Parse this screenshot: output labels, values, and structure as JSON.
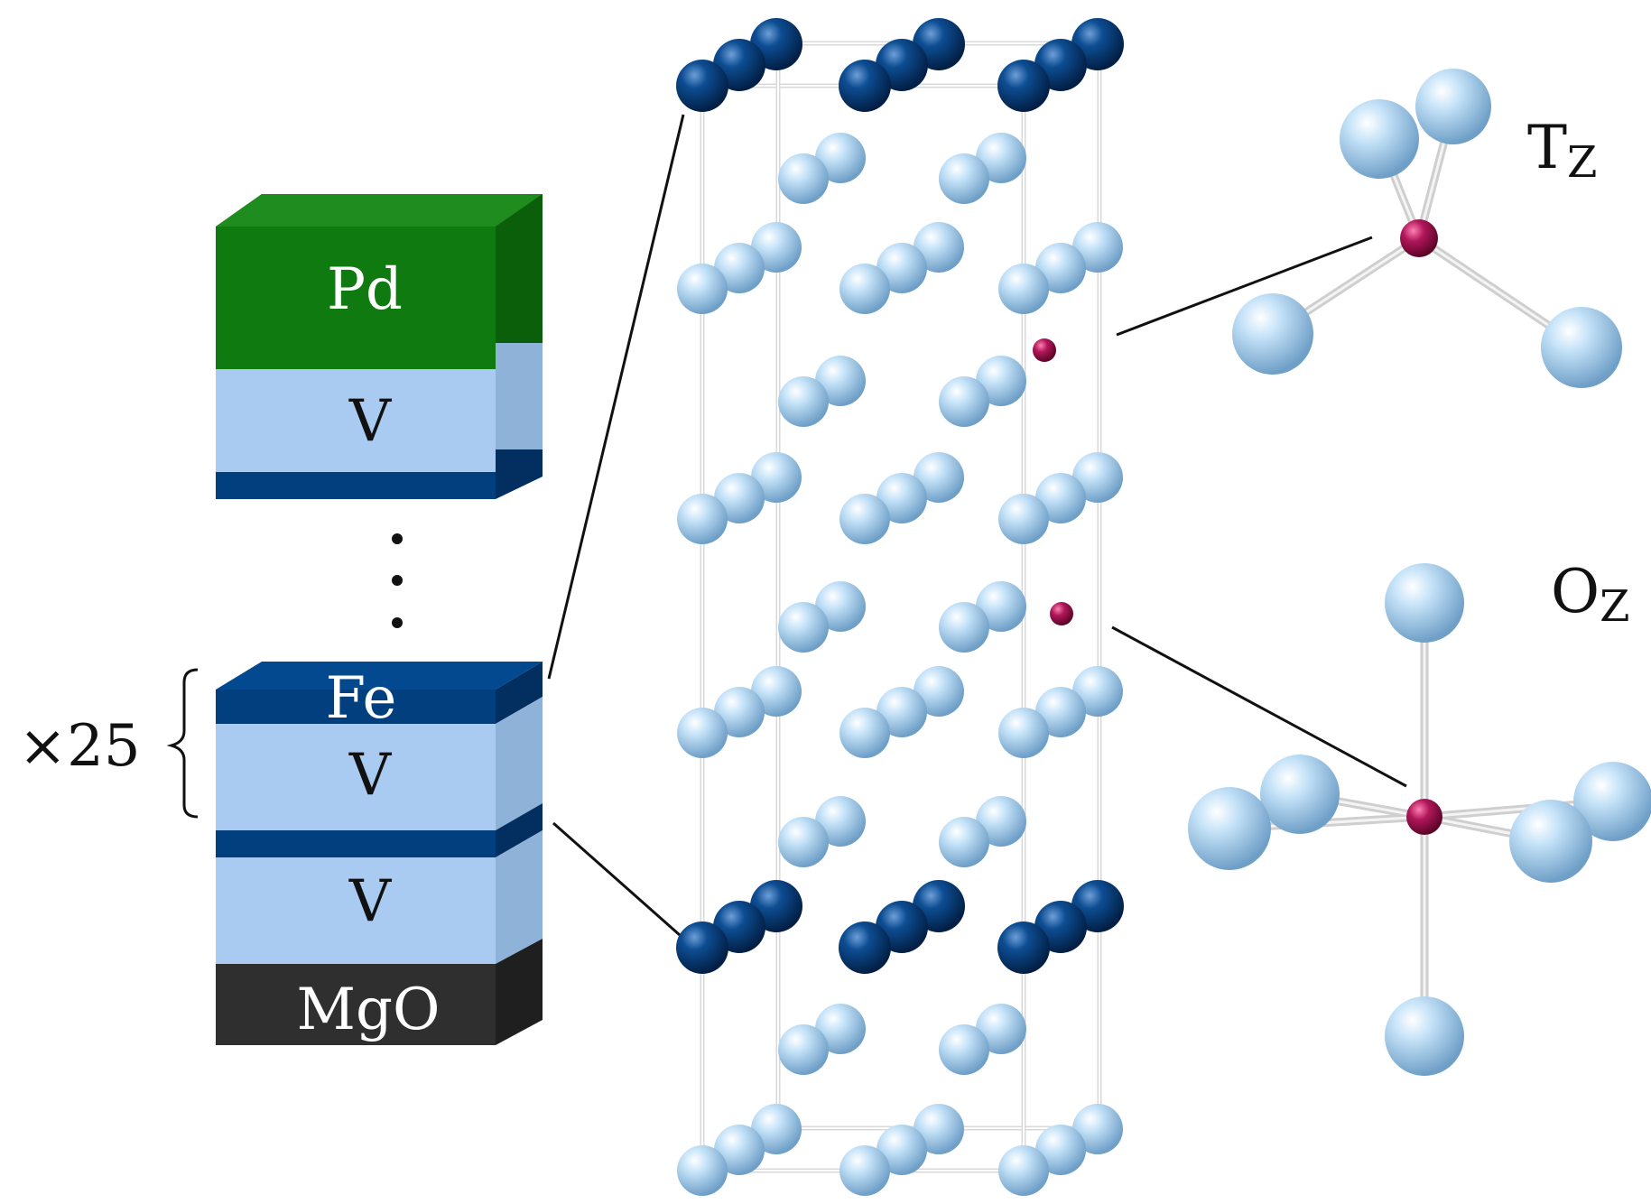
{
  "stack": {
    "layers": [
      "Pd",
      "V",
      "Fe",
      "V",
      "V",
      "MgO"
    ],
    "ellipsis": "·\n·\n·",
    "repeat_label": "×25"
  },
  "sites": {
    "tetrahedral": {
      "main": "T",
      "sub": "Z"
    },
    "octahedral": {
      "main": "O",
      "sub": "Z"
    }
  },
  "colors": {
    "pd": "#0f7a0f",
    "v": "#a9cbf1",
    "fe": "#023f7e",
    "mgo": "#2f2f2f",
    "v_atom": "#a6d2f2",
    "fe_atom": "#0d4d92",
    "h_atom": "#a3124f"
  }
}
